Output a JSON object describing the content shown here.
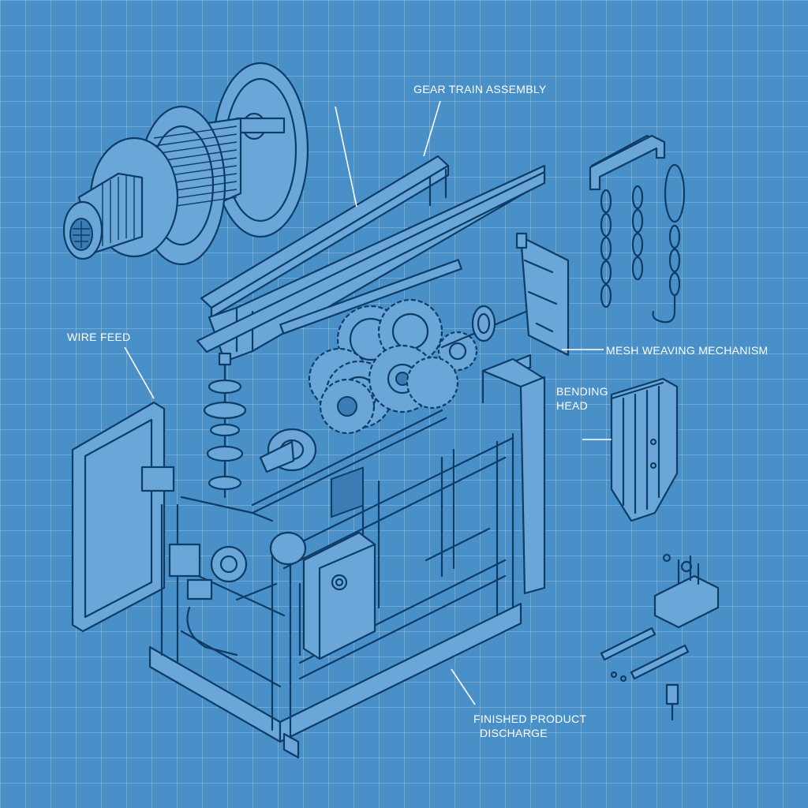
{
  "labels": {
    "gear_train": "GEAR TRAIN ASSEMBLY",
    "wire_feed": "WIRE FEED",
    "mesh_weaving": "MESH WEAVING MECHANISM",
    "bending_head_line1": "BENDING",
    "bending_head_line2": "HEAD",
    "discharge_line1": "FINISHED PRODUCT",
    "discharge_line2": "DISCHARGE"
  },
  "colors": {
    "background": "#4a90c8",
    "ink": "#0d3c66",
    "label_text": "#ffffff"
  }
}
